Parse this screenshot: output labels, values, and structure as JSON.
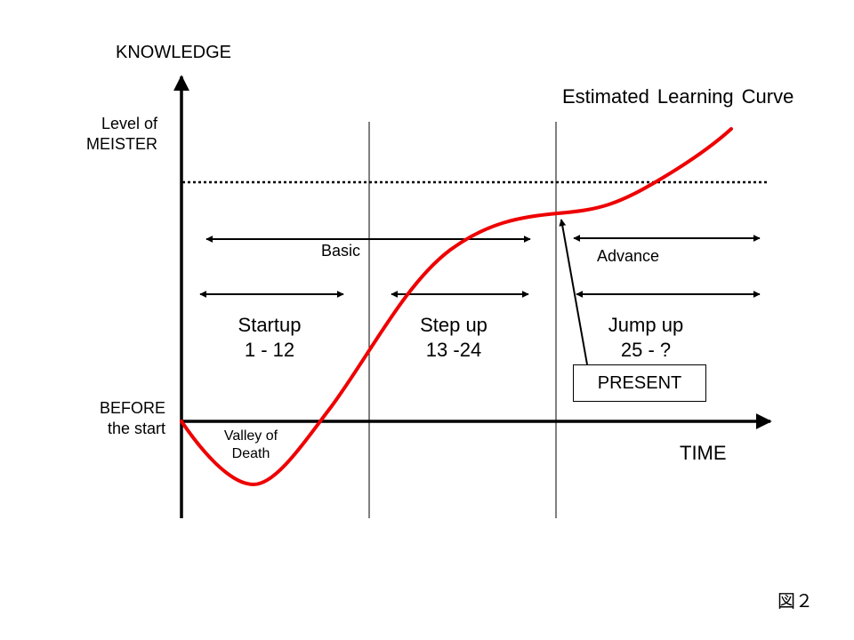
{
  "axes": {
    "y_label": "KNOWLEDGE",
    "x_label": "TIME",
    "meister_label": [
      "Level of",
      "MEISTER"
    ],
    "start_label": [
      "BEFORE",
      "the start"
    ]
  },
  "curve": {
    "label": "Estimated Learning Curve",
    "color": "#ee0000"
  },
  "annotations": {
    "valley": [
      "Valley of",
      "Death"
    ],
    "present": "PRESENT"
  },
  "ranges": {
    "basic": "Basic",
    "advance": "Advance"
  },
  "phases": [
    {
      "name": "Startup",
      "range": "1 - 12"
    },
    {
      "name": "Step up",
      "range": "13 -24"
    },
    {
      "name": "Jump up",
      "range": "25 - ?"
    }
  ],
  "figure_label": "図２"
}
